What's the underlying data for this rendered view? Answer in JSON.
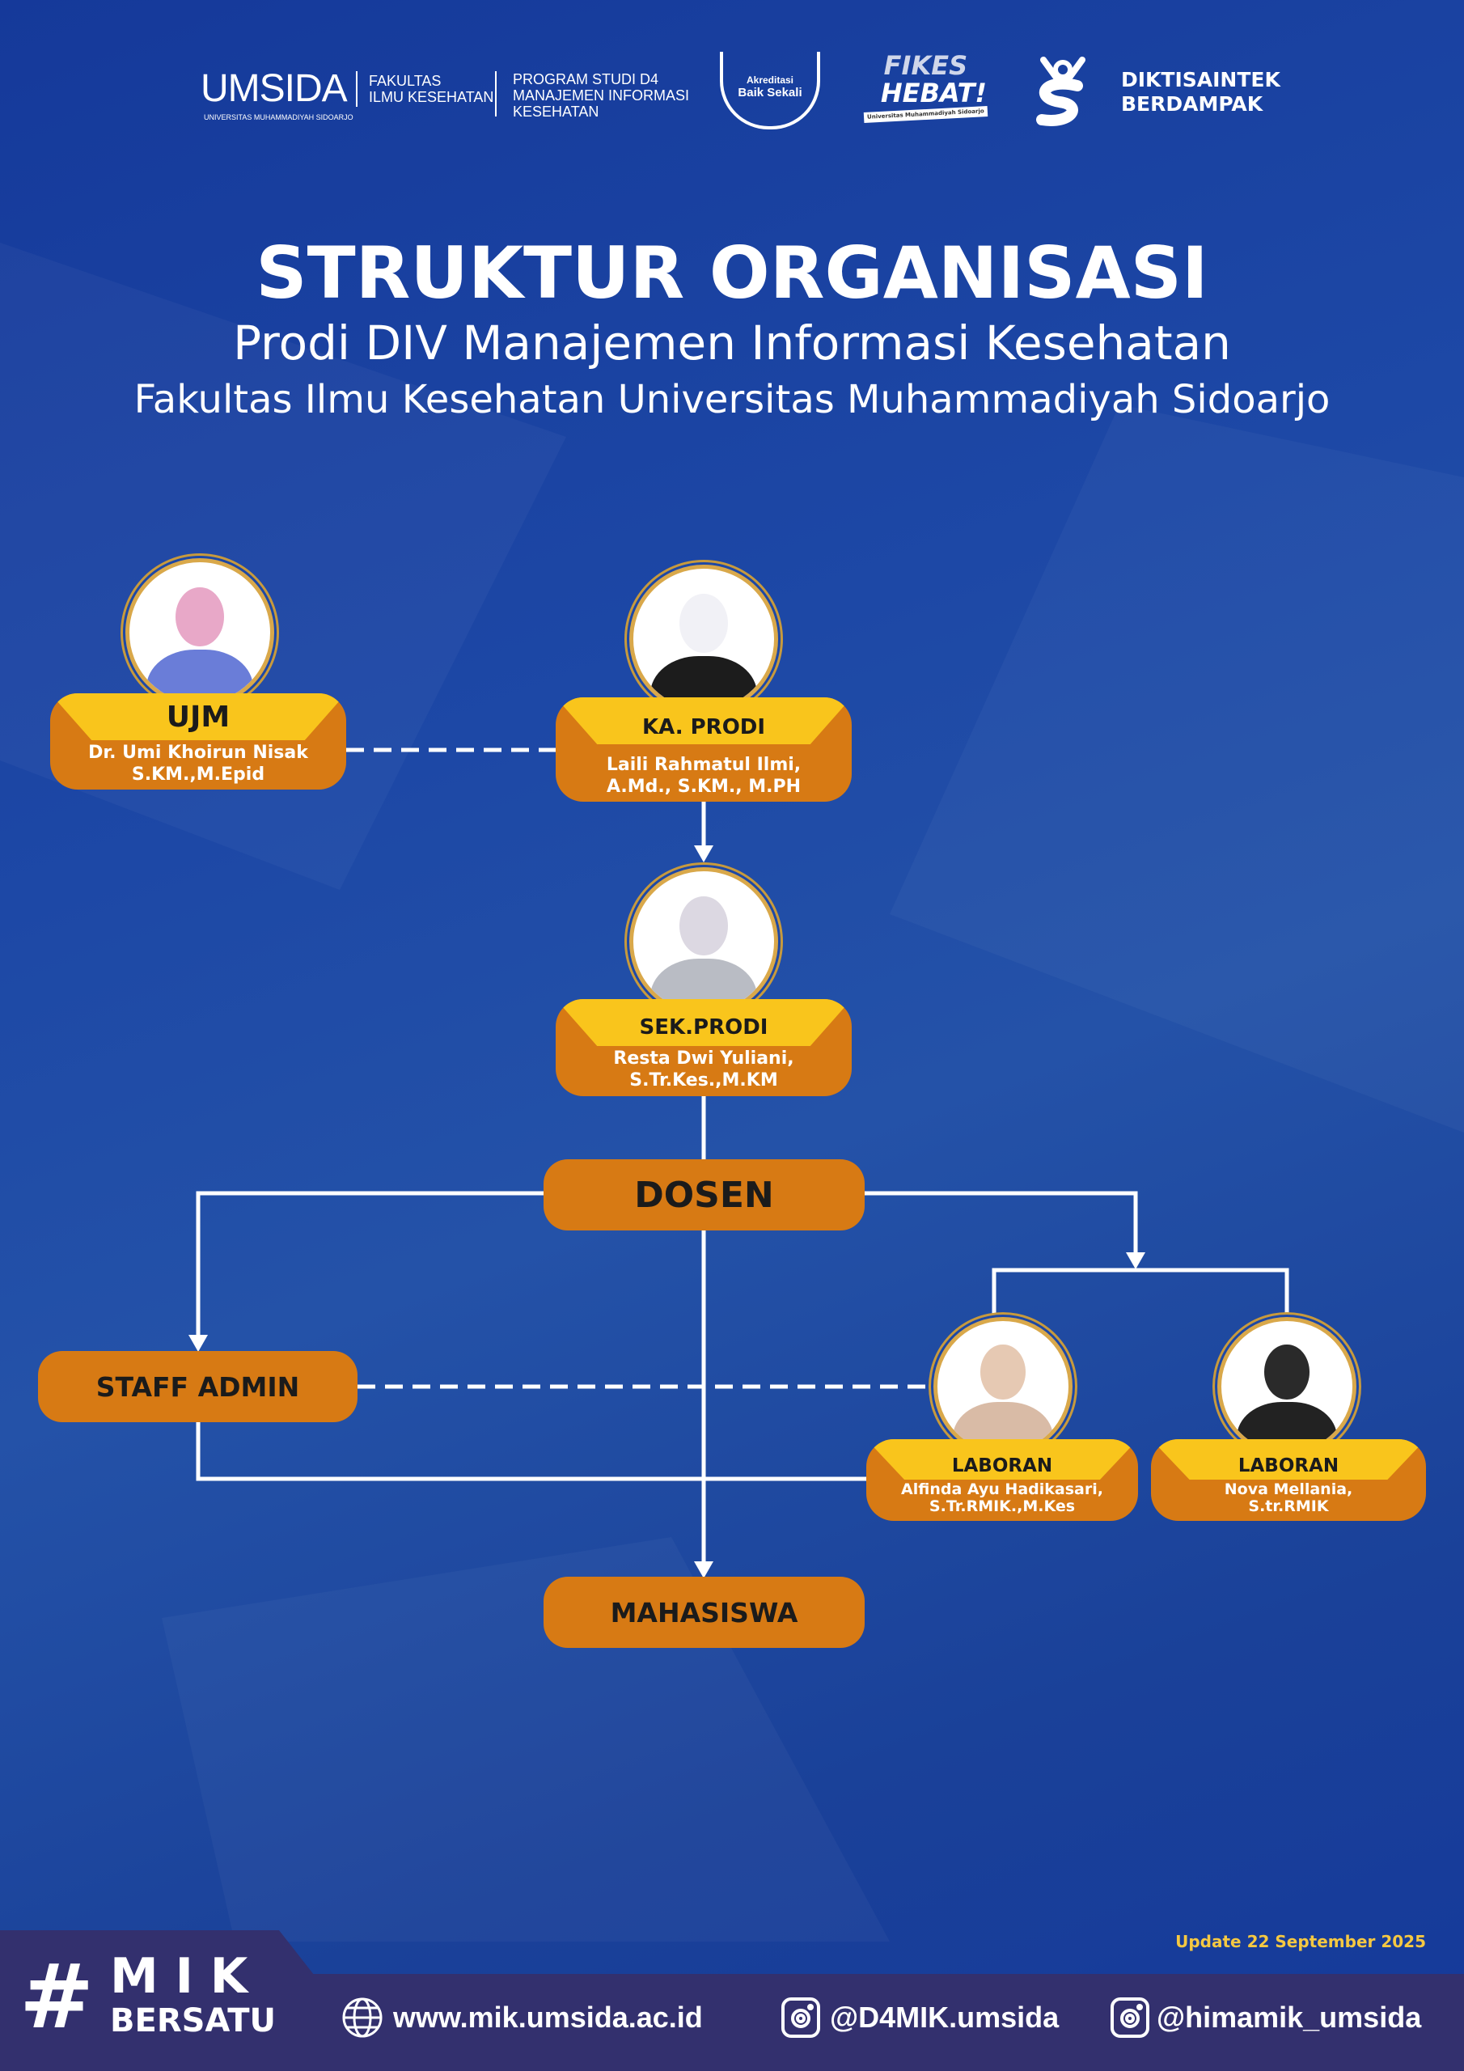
{
  "header": {
    "umsida_logo": "UMSIDA",
    "umsida_sub": "Universitas Muhammadiyah Sidoarjo",
    "faculty": [
      "Fakultas",
      "Ilmu Kesehatan"
    ],
    "program": [
      "Program Studi D4",
      "Manajemen Informasi",
      "Kesehatan"
    ],
    "accreditation": [
      "Akreditasi",
      "Baik Sekali"
    ],
    "fikes": [
      "FIKES",
      "HEBAT!",
      "Universitas Muhammadiyah Sidoarjo"
    ],
    "diktisaintek": [
      "DIKTISAINTEK",
      "BERDAMPAK"
    ]
  },
  "title": "STRUKTUR ORGANISASI",
  "subtitle1": "Prodi DIV Manajemen Informasi Kesehatan",
  "subtitle2": "Fakultas Ilmu Kesehatan Universitas Muhammadiyah Sidoarjo",
  "cards": {
    "ujm": {
      "role": "UJM",
      "name": [
        "Dr. Umi Khoirun Nisak",
        "S.KM.,M.Epid"
      ]
    },
    "kaprodi": {
      "role": "KA. PRODI",
      "name": [
        "Laili Rahmatul Ilmi,",
        "A.Md., S.KM., M.PH"
      ]
    },
    "sekprodi": {
      "role": "SEK.PRODI",
      "name": [
        "Resta Dwi Yuliani,",
        "S.Tr.Kes.,M.KM"
      ]
    },
    "laboran1": {
      "role": "LABORAN",
      "name": [
        "Alfinda Ayu Hadikasari,",
        "S.Tr.RMIK.,M.Kes"
      ]
    },
    "laboran2": {
      "role": "LABORAN",
      "name": [
        "Nova Mellania,",
        "S.tr.RMIK"
      ]
    }
  },
  "nodes": {
    "dosen": "DOSEN",
    "staff_admin": "STAFF ADMIN",
    "mahasiswa": "MAHASISWA"
  },
  "update": "Update 22 September 2025",
  "footer": {
    "hashtag": "#",
    "mik": "M I K",
    "bersatu": "BERSATU",
    "website": "www.mik.umsida.ac.id",
    "ig1": "@D4MIK.umsida",
    "ig2": "@himamik_umsida"
  },
  "colors": {
    "background": "#1d48a6",
    "orange": "#d77a14",
    "yellow": "#f9c51c",
    "footer": "#33306e",
    "update": "#f5c842"
  }
}
